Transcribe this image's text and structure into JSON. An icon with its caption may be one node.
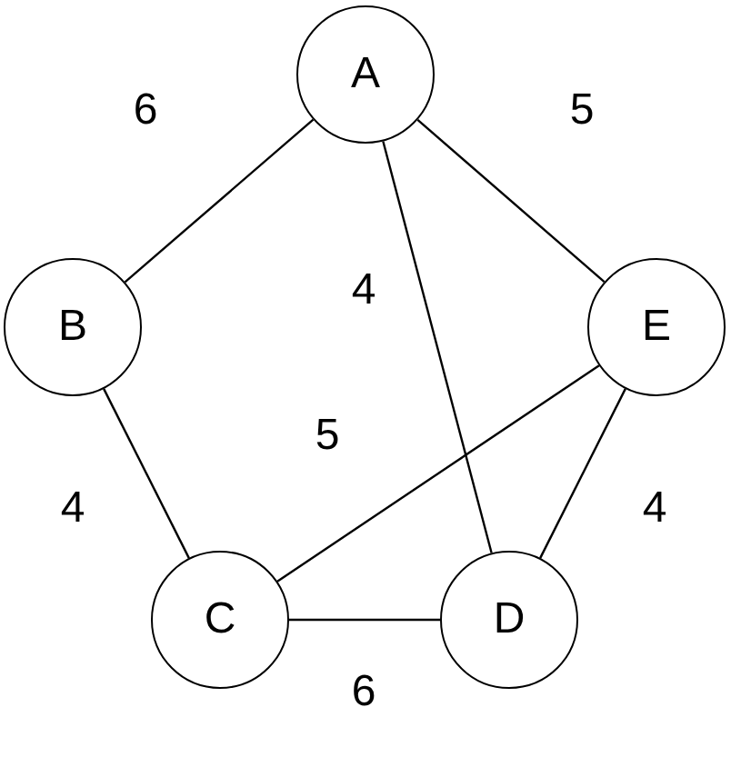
{
  "diagram": {
    "nodes": [
      {
        "text": [
          "A"
        ]
      },
      {
        "text": [
          "B"
        ]
      },
      {
        "text": [
          "E"
        ]
      },
      {
        "text": [
          "C"
        ]
      },
      {
        "text": [
          "D"
        ]
      }
    ],
    "edges": [
      {
        "from": 0,
        "to": 1,
        "arrow": "none",
        "label": "6"
      },
      {
        "from": 0,
        "to": 2,
        "arrow": "none",
        "label": "5"
      },
      {
        "from": 0,
        "to": 4,
        "arrow": "none",
        "label": "4"
      },
      {
        "from": 2,
        "to": 3,
        "arrow": "none",
        "label": "5"
      },
      {
        "from": 1,
        "to": 3,
        "arrow": "none",
        "label": "4"
      },
      {
        "from": 2,
        "to": 4,
        "arrow": "none",
        "label": "4"
      },
      {
        "from": 3,
        "to": 4,
        "arrow": "none",
        "label": "6"
      }
    ]
  }
}
